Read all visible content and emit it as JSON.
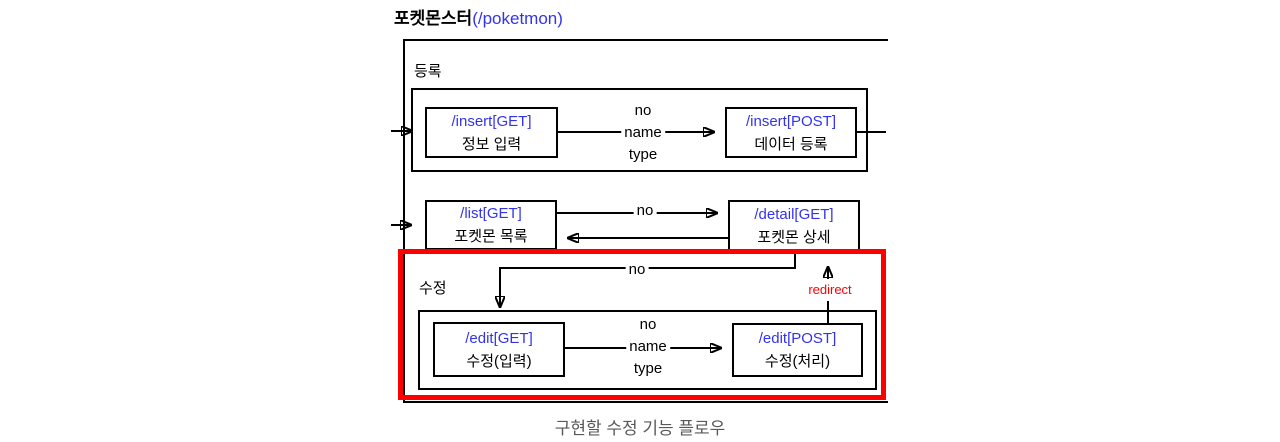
{
  "title": {
    "name": "포켓몬스터",
    "route": "(/poketmon)"
  },
  "sections": {
    "register": {
      "label": "등록"
    },
    "edit": {
      "label": "수정"
    }
  },
  "nodes": {
    "insert_get": {
      "route": "/insert[GET]",
      "desc": "정보 입력"
    },
    "insert_post": {
      "route": "/insert[POST]",
      "desc": "데이터 등록"
    },
    "list_get": {
      "route": "/list[GET]",
      "desc": "포켓몬 목록"
    },
    "detail_get": {
      "route": "/detail[GET]",
      "desc": "포켓몬 상세"
    },
    "edit_get": {
      "route": "/edit[GET]",
      "desc": "수정(입력)"
    },
    "edit_post": {
      "route": "/edit[POST]",
      "desc": "수정(처리)"
    }
  },
  "edges": {
    "insert_condition": [
      "no",
      "name",
      "type"
    ],
    "list_to_detail": "no",
    "detail_to_edit": "no",
    "edit_condition": [
      "no",
      "name",
      "type"
    ],
    "redirect": "redirect"
  },
  "caption": "구현할 수정 기능 플로우",
  "colors": {
    "route_blue": "#3333ee",
    "highlight_red": "#ff0000",
    "caption_gray": "#595959"
  }
}
